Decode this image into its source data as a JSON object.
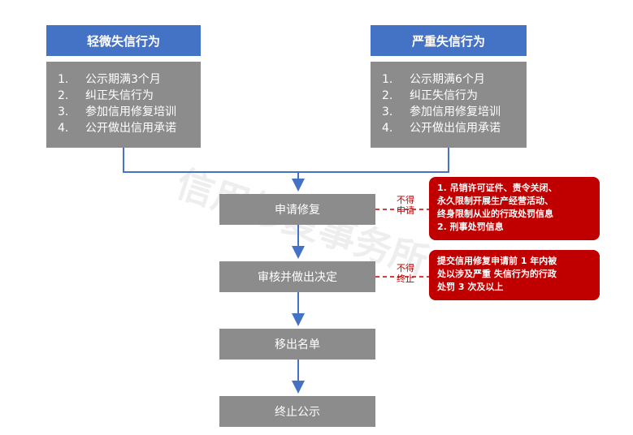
{
  "watermark": "信用修复事务所",
  "left": {
    "title": "轻微失信行为",
    "items": [
      {
        "num": "1.",
        "text": "公示期满3个月"
      },
      {
        "num": "2.",
        "text": "纠正失信行为"
      },
      {
        "num": "3.",
        "text": "参加信用修复培训"
      },
      {
        "num": "4.",
        "text": "公开做出信用承诺"
      }
    ]
  },
  "right": {
    "title": "严重失信行为",
    "items": [
      {
        "num": "1.",
        "text": "公示期满6个月"
      },
      {
        "num": "2.",
        "text": "纠正失信行为"
      },
      {
        "num": "3.",
        "text": "参加信用修复培训"
      },
      {
        "num": "4.",
        "text": "公开做出信用承诺"
      }
    ]
  },
  "steps": [
    "申请修复",
    "审核并做出决定",
    "移出名单",
    "终止公示"
  ],
  "rejections": [
    {
      "line1": "不得",
      "line2": "申请",
      "callout": [
        "1. 吊销许可证件、责令关闭、",
        "永久限制开展生产经营活动、",
        "终身限制从业的行政处罚信息",
        "2. 刑事处罚信息"
      ]
    },
    {
      "line1": "不得",
      "line2": "终止",
      "callout": [
        "提交信用修复申请前 1 年内被",
        "处以涉及严重 失信行为的行政",
        "处罚 3 次及以上"
      ]
    }
  ],
  "colors": {
    "header": "#4472c4",
    "box": "#8c8c8c",
    "connector": "#4472c4",
    "warning": "#c00000"
  }
}
